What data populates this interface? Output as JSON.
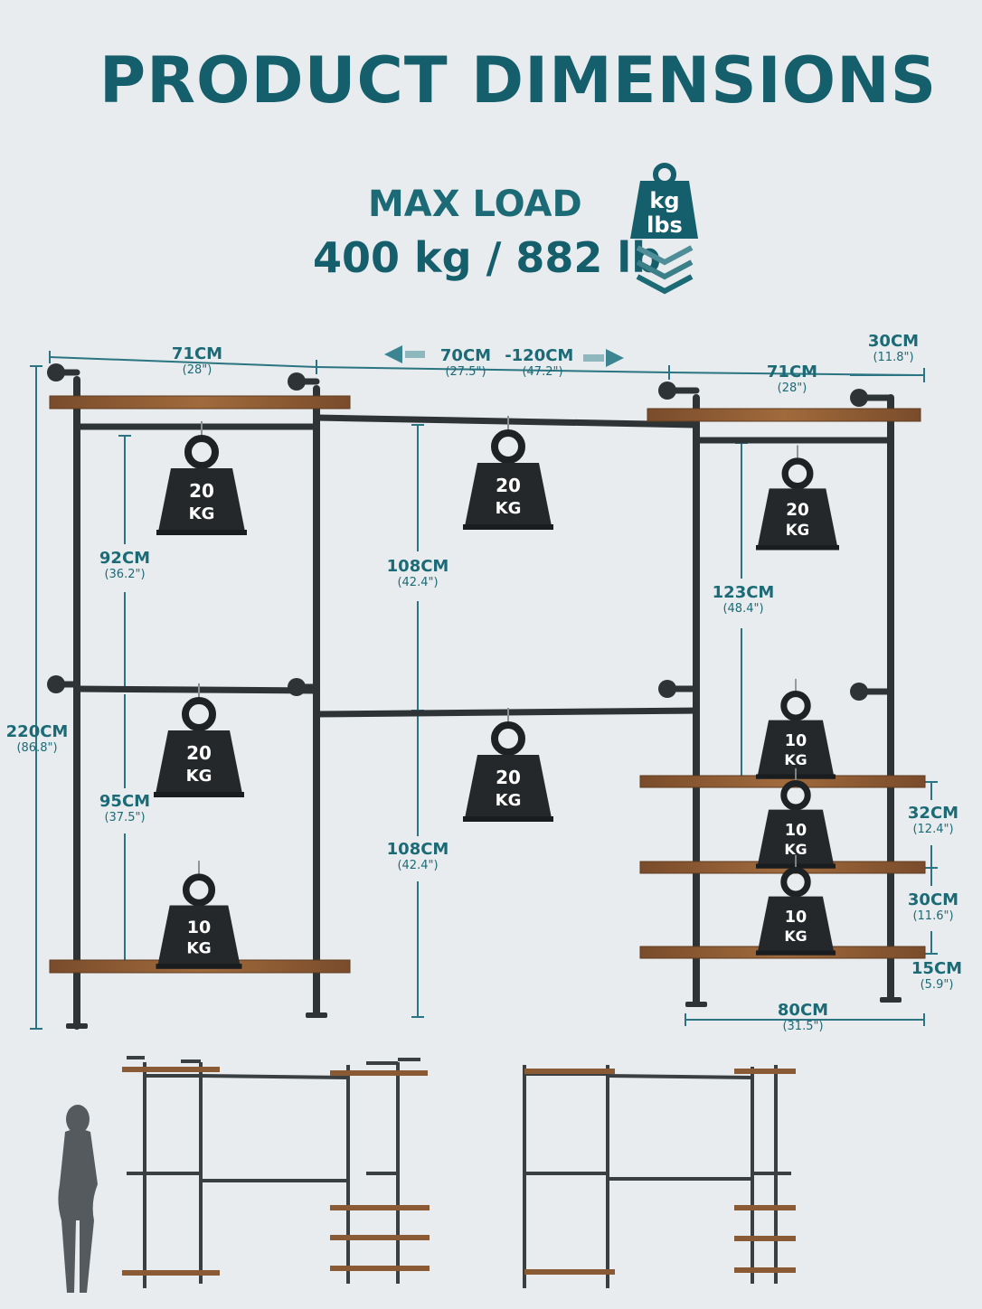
{
  "title": "PRODUCT DIMENSIONS",
  "max_load": {
    "label": "MAX LOAD",
    "value": "400 kg / 882 lb",
    "icon_top": "kg",
    "icon_bottom": "lbs"
  },
  "dimensions": {
    "left_width": {
      "metric": "71CM",
      "imperial": "(28\")"
    },
    "mid_width_min": {
      "metric": "70CM",
      "imperial": "(27.5\")"
    },
    "mid_width_sep": "-",
    "mid_width_max": {
      "metric": "120CM",
      "imperial": "(47.2\")"
    },
    "right_width": {
      "metric": "71CM",
      "imperial": "(28\")"
    },
    "depth": {
      "metric": "30CM",
      "imperial": "(11.8\")"
    },
    "total_height": {
      "metric": "220CM",
      "imperial": "(86.8\")"
    },
    "left_upper": {
      "metric": "92CM",
      "imperial": "(36.2\")"
    },
    "left_lower": {
      "metric": "95CM",
      "imperial": "(37.5\")"
    },
    "mid_upper": {
      "metric": "108CM",
      "imperial": "(42.4\")"
    },
    "mid_lower": {
      "metric": "108CM",
      "imperial": "(42.4\")"
    },
    "right_upper": {
      "metric": "123CM",
      "imperial": "(48.4\")"
    },
    "shelf_gap_1": {
      "metric": "32CM",
      "imperial": "(12.4\")"
    },
    "shelf_gap_2": {
      "metric": "30CM",
      "imperial": "(11.6\")"
    },
    "bottom_gap": {
      "metric": "15CM",
      "imperial": "(5.9\")"
    },
    "shelf_width": {
      "metric": "80CM",
      "imperial": "(31.5\")"
    }
  },
  "weights": [
    {
      "value": "20",
      "unit": "KG"
    },
    {
      "value": "20",
      "unit": "KG"
    },
    {
      "value": "20",
      "unit": "KG"
    },
    {
      "value": "20",
      "unit": "KG"
    },
    {
      "value": "20",
      "unit": "KG"
    },
    {
      "value": "10",
      "unit": "KG"
    },
    {
      "value": "10",
      "unit": "KG"
    },
    {
      "value": "10",
      "unit": "KG"
    },
    {
      "value": "10",
      "unit": "KG"
    }
  ],
  "colors": {
    "accent": "#155e6b",
    "pipe": "#2e3336",
    "wood": "#8a5a34",
    "background": "#e8ecee"
  }
}
